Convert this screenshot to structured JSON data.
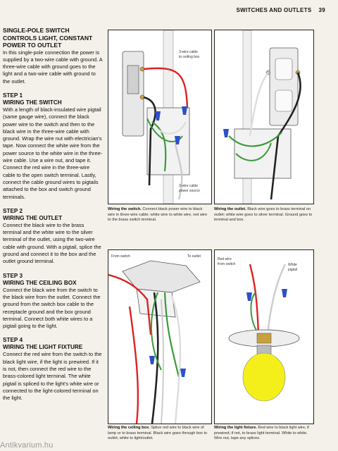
{
  "header": {
    "title": "SWITCHES AND OUTLETS",
    "page": "39"
  },
  "intro": {
    "title": "Single-pole switch controls light, constant power to outlet",
    "text": "In this single-pole connection the power is supplied by a two-wire cable with ground. A three-wire cable with ground goes to the light and a two-wire cable with ground to the outlet."
  },
  "steps": [
    {
      "num": "STEP 1",
      "title": "WIRING THE SWITCH",
      "text": "With a length of black-insulated wire pigtail (same gauge wire), connect the black power wire to the switch and then to the black wire in the three-wire cable with ground. Wrap the wire nut with electrician's tape. Now connect the white wire from the power source to the white wire in the three-wire cable. Use a wire nut, and tape it. Connect the red wire in the three-wire cable to the open switch terminal. Lastly, connect the cable ground wires to pigtails attached to the box and switch ground terminals."
    },
    {
      "num": "STEP 2",
      "title": "WIRING THE OUTLET",
      "text": "Connect the black wire to the brass terminal and the white wire to the silver terminal of the outlet, using the two-wire cable with ground. With a pigtail, splice the ground and connect it to the box and the outlet ground terminal."
    },
    {
      "num": "STEP 3",
      "title": "WIRING THE CEILING BOX",
      "text": "Connect the black wire from the switch to the black wire from the outlet. Connect the ground from the switch box cable to the receptacle ground and the box ground terminal. Connect both white wires to a pigtail going to the light."
    },
    {
      "num": "STEP 4",
      "title": "WIRING THE LIGHT FIXTURE",
      "text": "Connect the red wire from the switch to the black light wire, if the light is prewired. If it is not, then connect the red wire to the brass-colored light terminal. The white pigtail is spliced to the light's white wire or connected to the light-colored terminal on the light."
    }
  ],
  "figures": {
    "switch": {
      "labels": [
        "3-wire cable",
        "to ceiling box",
        "2-wire cable",
        "power source"
      ],
      "caption_bold": "Wiring the switch.",
      "caption": "Connect black power wire to black wire in three-wire cable; white wire to white wire, red wire to the brass switch terminal."
    },
    "outlet": {
      "caption_bold": "Wiring the outlet.",
      "caption": "Black wire goes to brass terminal on outlet; white wire goes to silver terminal. Ground goes to terminal and box."
    },
    "ceiling": {
      "labels": [
        "From switch",
        "To outlet"
      ],
      "caption_bold": "Wiring the ceiling box.",
      "caption": "Splice red wire to black wire of lamp or to brass terminal. Black wire goes through box to outlet; white to light/outlet."
    },
    "fixture": {
      "labels": [
        "Red wire",
        "from switch",
        "White",
        "pigtail"
      ],
      "caption_bold": "Wiring the light fixture.",
      "caption": "Red wire to black light wire, if prewired; if not, to brass light terminal. White to white. Wire nut, tape any splices."
    }
  },
  "watermark": "Antikvarium.hu"
}
